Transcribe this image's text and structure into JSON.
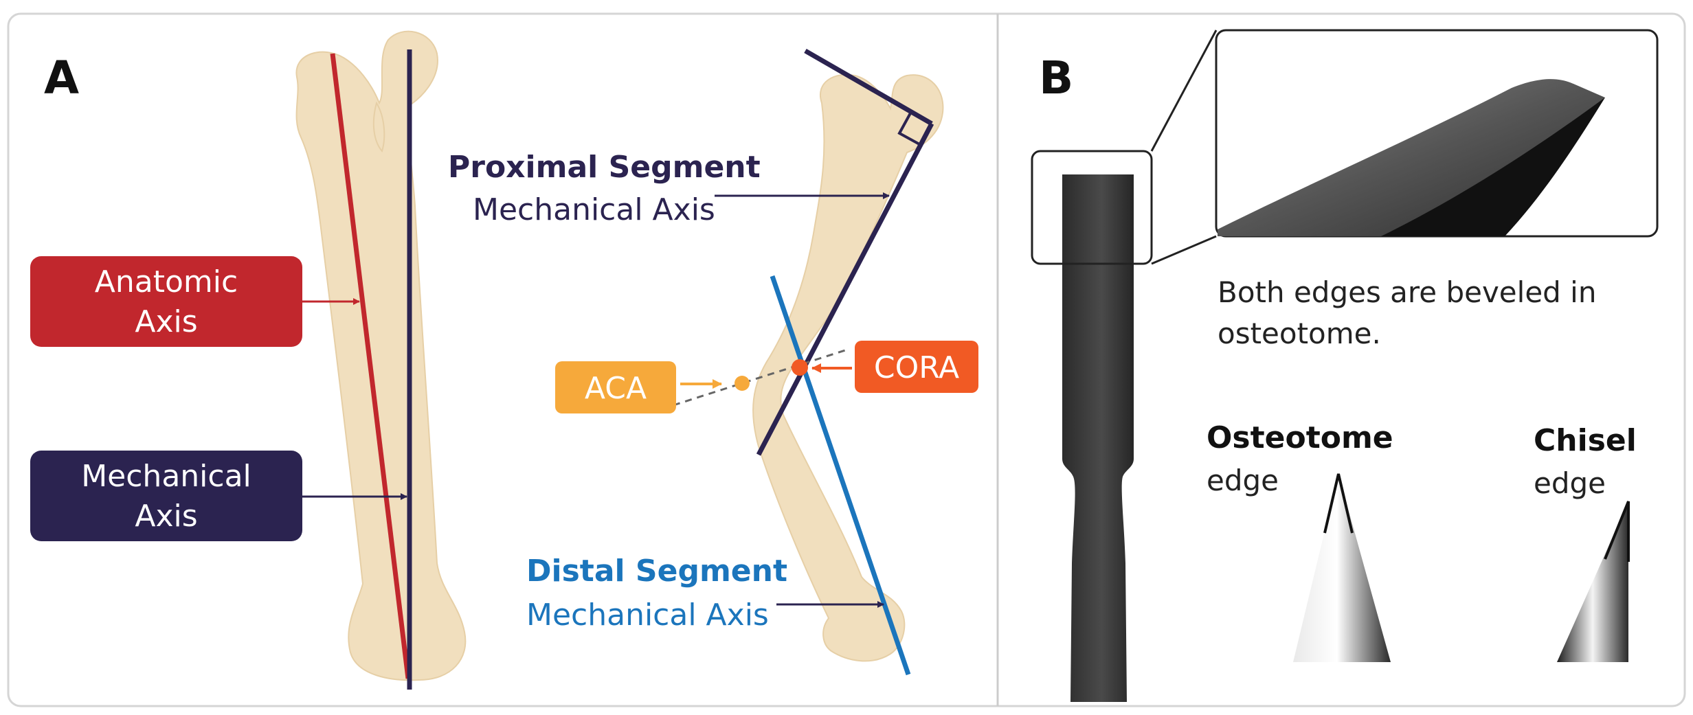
{
  "panel_a": {
    "letter": "A",
    "anatomic_axis": {
      "line1": "Anatomic",
      "line2": "Axis"
    },
    "mechanical_axis": {
      "line1": "Mechanical",
      "line2": "Axis"
    },
    "proximal": {
      "title": "Proximal Segment",
      "subtitle": "Mechanical Axis"
    },
    "distal": {
      "title": "Distal Segment",
      "subtitle": "Mechanical Axis"
    },
    "aca": "ACA",
    "cora": "CORA"
  },
  "panel_b": {
    "letter": "B",
    "caption_line1": "Both edges are beveled in",
    "caption_line2": "osteotome.",
    "osteotome": {
      "title": "Osteotome",
      "subtitle": "edge"
    },
    "chisel": {
      "title": "Chisel",
      "subtitle": "edge"
    }
  },
  "colors": {
    "anatomic_red": "#c1272d",
    "mechanical_navy": "#2b2350",
    "distal_blue": "#1b75bc",
    "aca_orange": "#f6a93b",
    "cora_orange": "#f15a24",
    "bone": "#f1dfbe",
    "tool_dark": "#3a3a3a"
  }
}
